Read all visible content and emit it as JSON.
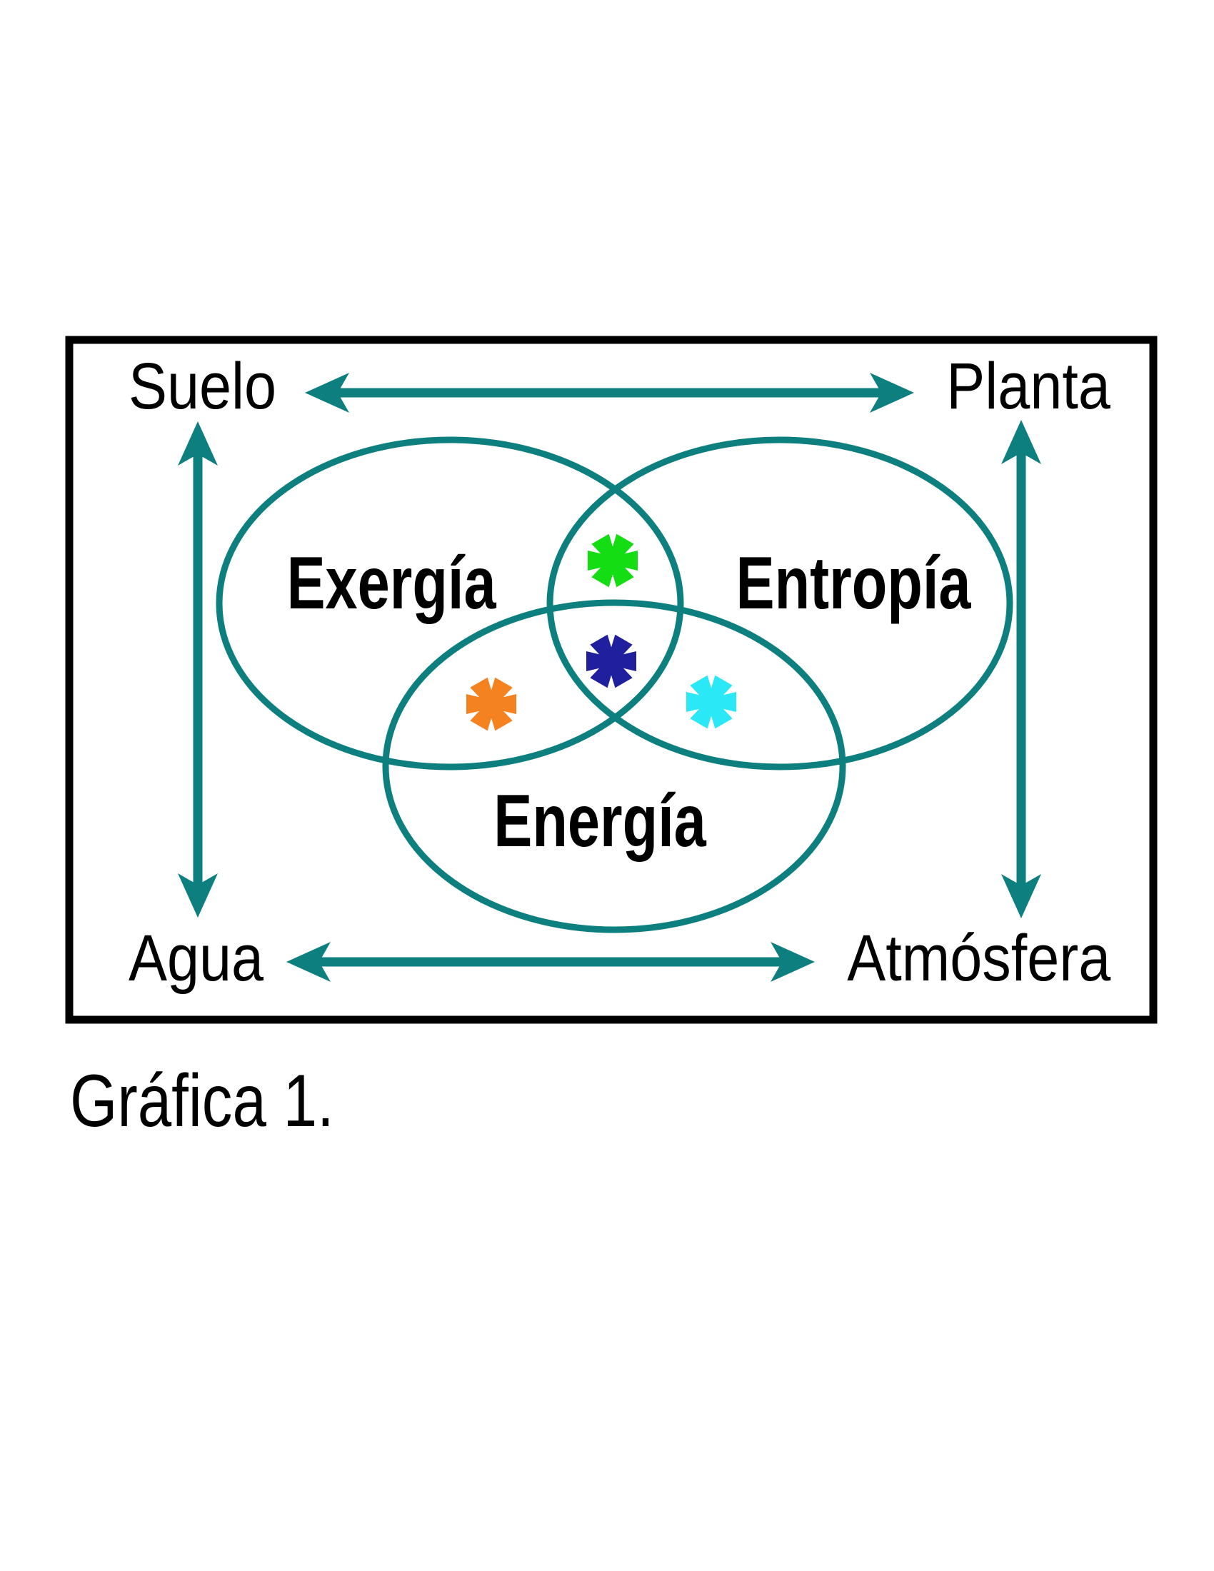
{
  "figure": {
    "corner_labels": {
      "top_left": "Suelo",
      "top_right": "Planta",
      "bottom_left": "Agua",
      "bottom_right": "Atmósfera"
    },
    "sets": {
      "left": "Exergía",
      "right": "Entropía",
      "bottom": "Energía"
    },
    "relations": [
      {
        "between": [
          "Suelo",
          "Planta"
        ],
        "style": "double-arrow"
      },
      {
        "between": [
          "Agua",
          "Atmósfera"
        ],
        "style": "double-arrow"
      },
      {
        "between": [
          "Suelo",
          "Agua"
        ],
        "style": "double-arrow"
      },
      {
        "between": [
          "Planta",
          "Atmósfera"
        ],
        "style": "double-arrow"
      }
    ],
    "markers": [
      {
        "shape": "asterisk",
        "color": "asterisk_green",
        "regions": [
          "Exergía",
          "Entropía"
        ]
      },
      {
        "shape": "asterisk",
        "color": "asterisk_navy",
        "regions": [
          "Exergía",
          "Entropía",
          "Energía"
        ]
      },
      {
        "shape": "asterisk",
        "color": "asterisk_orange",
        "regions": [
          "Exergía",
          "Energía"
        ]
      },
      {
        "shape": "asterisk",
        "color": "asterisk_cyan",
        "regions": [
          "Entropía",
          "Energía"
        ]
      }
    ],
    "caption": "Gráfica 1."
  },
  "colors": {
    "teal": "#0D7F7F",
    "asterisk_green": "#14DD14",
    "asterisk_navy": "#201F9D",
    "asterisk_orange": "#F58220",
    "asterisk_cyan": "#2BE8F6",
    "text": "#000000",
    "border": "#000000",
    "background": "#FFFFFF"
  }
}
